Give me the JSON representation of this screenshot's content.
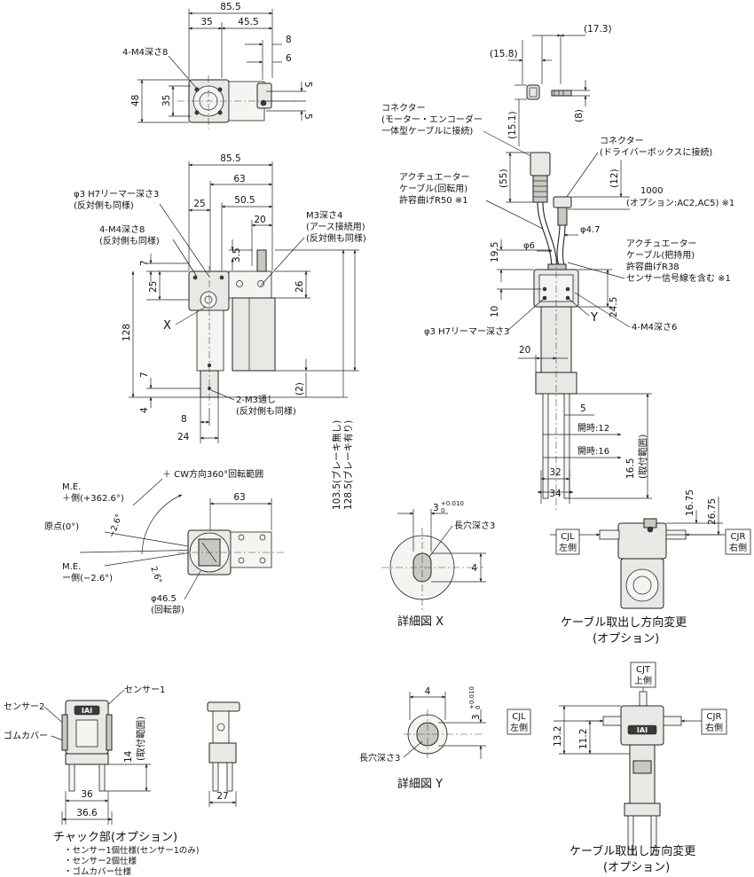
{
  "view_top": {
    "dims": {
      "w_total": "85.5",
      "w_left": "35",
      "w_right": "45.5",
      "d8": "8",
      "d6": "6",
      "d5a": "5",
      "d5b": "5",
      "h48": "48",
      "h35": "35"
    },
    "tap_note": "4-M4深さ8"
  },
  "view_front": {
    "dims": {
      "w_total": "85.5",
      "w63": "63",
      "w50": "50.5",
      "w25": "25",
      "w20": "20",
      "h35": "3.5",
      "h7a": "7",
      "h25": "25",
      "h128": "128",
      "h7b": "7",
      "h4": "4",
      "w8": "8",
      "w24": "24",
      "h26": "26",
      "h2": "(2)",
      "brake": "103.5(ブレーキ無し)",
      "brake2": "128.5(ブレーキ有り)"
    },
    "note_reamer": "φ3 H7リーマー深さ3",
    "note_reamer2": "(反対側も同様)",
    "note_tap": "4-M4深さ8",
    "note_tap2": "(反対側も同様)",
    "note_m3": "M3深さ4",
    "note_m3b": "(アース接続用)",
    "note_m3c": "(反対側も同様)",
    "note_x": "X",
    "note_thru": "2-M3通し",
    "note_thru2": "(反対側も同様)"
  },
  "view_rotation": {
    "note_cw": "＋ CW方向360°回転範囲",
    "me_plus": "M.E.",
    "me_plus2": "＋側(+362.6°)",
    "origin": "原点(0°)",
    "me_minus": "M.E.",
    "me_minus2": "ー側(−2.6°)",
    "ang1": "−2.6°",
    "ang2": "2.6°",
    "w63": "63",
    "phi": "φ46.5",
    "phi2": "(回転部)"
  },
  "view_side": {
    "dims": {
      "d158": "(15.8)",
      "d173": "(17.3)",
      "d151": "(15.1)",
      "d8": "(8)",
      "d55": "(55)",
      "d12": "(12)",
      "d195": "19.5",
      "d10": "10",
      "d245": "24.5",
      "d20": "20",
      "d5": "5",
      "d32": "32",
      "d34": "34",
      "phi6": "φ6",
      "phi47": "φ4.7",
      "len": "1000",
      "len_opt": "(オプション:AC2,AC5) ※1",
      "open12": "開時:12",
      "open16": "開時:16",
      "d165": "16.5",
      "d165b": "(取付範囲)"
    },
    "con1": "コネクター",
    "con1b": "(モーター・エンコーダー",
    "con1c": "一体型ケーブルに接続)",
    "con2": "コネクター",
    "con2b": "(ドライバーボックスに接続)",
    "act1": "アクチュエーター",
    "act1b": "ケーブル(回転用)",
    "act1c": "許容曲げR50 ※1",
    "act2": "アクチュエーター",
    "act2b": "ケーブル(把持用)",
    "act2c": "許容曲げR38",
    "act2d": "センサー信号線を含む ※1",
    "reamer": "φ3 H7リーマー深さ3",
    "tap": "4-M4深さ6",
    "y": "Y"
  },
  "detail_x": {
    "title": "詳細図 X",
    "tol": "3",
    "tol_sup": "+0.010",
    "tol_sub": "0",
    "slot": "長穴深さ3",
    "d4": "4"
  },
  "detail_y": {
    "title": "詳細図 Y",
    "d4": "4",
    "tol": "3",
    "tol_sup": "+0.010",
    "tol_sub": "0",
    "slot": "長穴深さ3"
  },
  "cable1": {
    "title": "ケーブル取出し方向変更",
    "title2": "(オプション)",
    "cjl": "CJL",
    "cjl2": "左側",
    "cjr": "CJR",
    "cjr2": "右側",
    "d1675": "16.75",
    "d2675": "26.75"
  },
  "cable2": {
    "title": "ケーブル取出し方向変更",
    "title2": "(オプション)",
    "cjt": "CJT",
    "cjt2": "上側",
    "cjl": "CJL",
    "cjl2": "左側",
    "cjr": "CJR",
    "cjr2": "右側",
    "d132": "13.2",
    "d112": "11.2"
  },
  "chuck": {
    "title": "チャック部(オプション)",
    "items": [
      "・センサー1個仕様(センサー1のみ)",
      "・センサー2個仕様",
      "・ゴムカバー仕様"
    ],
    "sensor1": "センサー1",
    "sensor2": "センサー2",
    "rubber": "ゴムカバー",
    "d14": "14",
    "d14b": "(取付範囲)",
    "d36": "36",
    "d366": "36.6",
    "d27": "27",
    "logo": "IAI"
  }
}
